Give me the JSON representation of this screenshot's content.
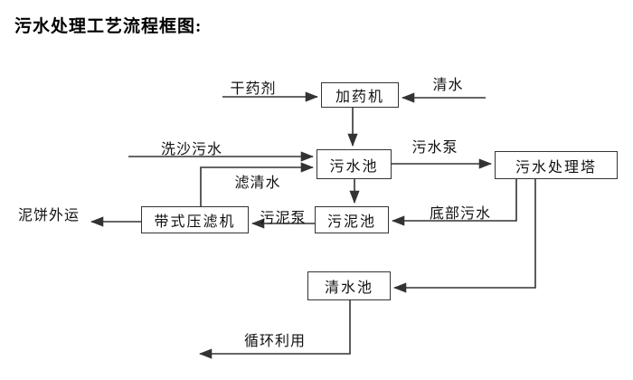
{
  "title": "污水处理工艺流程框图:",
  "nodes": {
    "dosing_machine": "加药机",
    "sewage_pool": "污水池",
    "treatment_tower": "污水处理塔",
    "sludge_pool": "污泥池",
    "belt_filter_press": "带式压滤机",
    "clear_water_pool": "清水池"
  },
  "labels": {
    "dry_agent": "干药剂",
    "clear_water": "清水",
    "sand_wash_sewage": "洗沙污水",
    "filtered_water": "滤清水",
    "sewage_pump": "污水泵",
    "bottom_sewage": "底部污水",
    "sludge_pump": "污泥泵",
    "mud_cake_out": "泥饼外运",
    "recycle_use": "循环利用"
  },
  "colors": {
    "line": "#333333",
    "text": "#111111",
    "background": "#ffffff"
  }
}
